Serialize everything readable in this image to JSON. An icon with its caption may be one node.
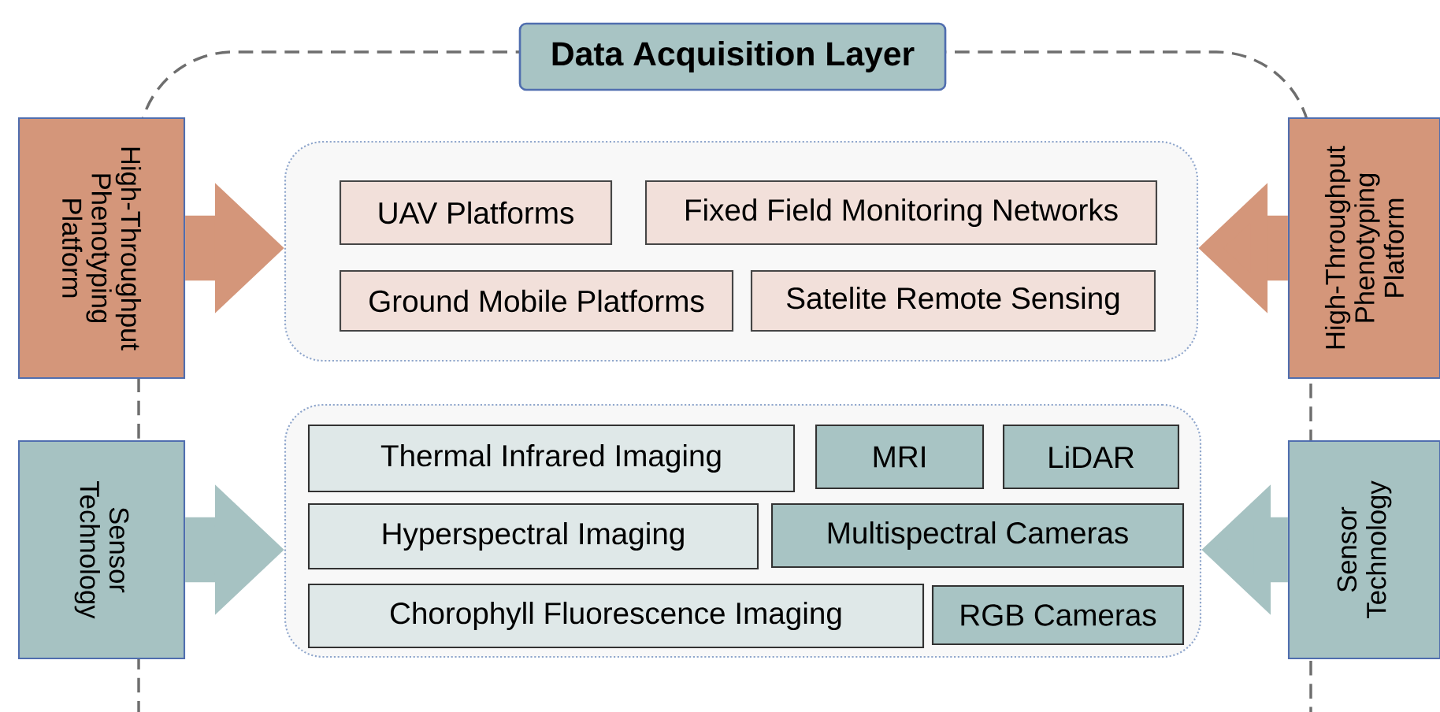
{
  "diagram": {
    "nodes": [
      {
        "text": [
          "Data Acquisition Layer"
        ]
      },
      {
        "text": [
          "High-Throughput Phenotyping Platform"
        ]
      },
      {
        "text": [],
        "shape": "box"
      },
      {
        "text": [
          "UAV Platforms"
        ],
        "in": 2
      },
      {
        "text": [
          "Fixed Field Monitoring Networks"
        ],
        "in": 2
      },
      {
        "text": [
          "Ground Mobile Platforms"
        ],
        "in": 2
      },
      {
        "text": [
          "Satelite Remote Sensing"
        ],
        "in": 2
      },
      {
        "text": [
          "High-Throughput Phenotyping Platform"
        ]
      },
      {
        "text": [
          "Sensor Technology"
        ]
      },
      {
        "text": [],
        "shape": "box"
      },
      {
        "text": [
          "Thermal Infrared Imaging"
        ],
        "in": 9
      },
      {
        "text": [
          "MRI"
        ],
        "in": 9
      },
      {
        "text": [
          "LiDAR"
        ],
        "in": 9
      },
      {
        "text": [
          "Hyperspectral Imaging"
        ],
        "in": 9
      },
      {
        "text": [
          "Multispectral Cameras"
        ],
        "in": 9
      },
      {
        "text": [
          "Chorophyll Fluorescence Imaging"
        ],
        "in": 9
      },
      {
        "text": [
          "RGB Cameras"
        ],
        "in": 9
      },
      {
        "text": [
          "Sensor Technology"
        ]
      }
    ],
    "edges": [
      {
        "from": 1,
        "to": 2,
        "arrow": "to"
      },
      {
        "from": 7,
        "to": 2,
        "arrow": "to"
      },
      {
        "from": 8,
        "to": 9,
        "arrow": "to"
      },
      {
        "from": 17,
        "to": 9,
        "arrow": "to"
      }
    ]
  }
}
